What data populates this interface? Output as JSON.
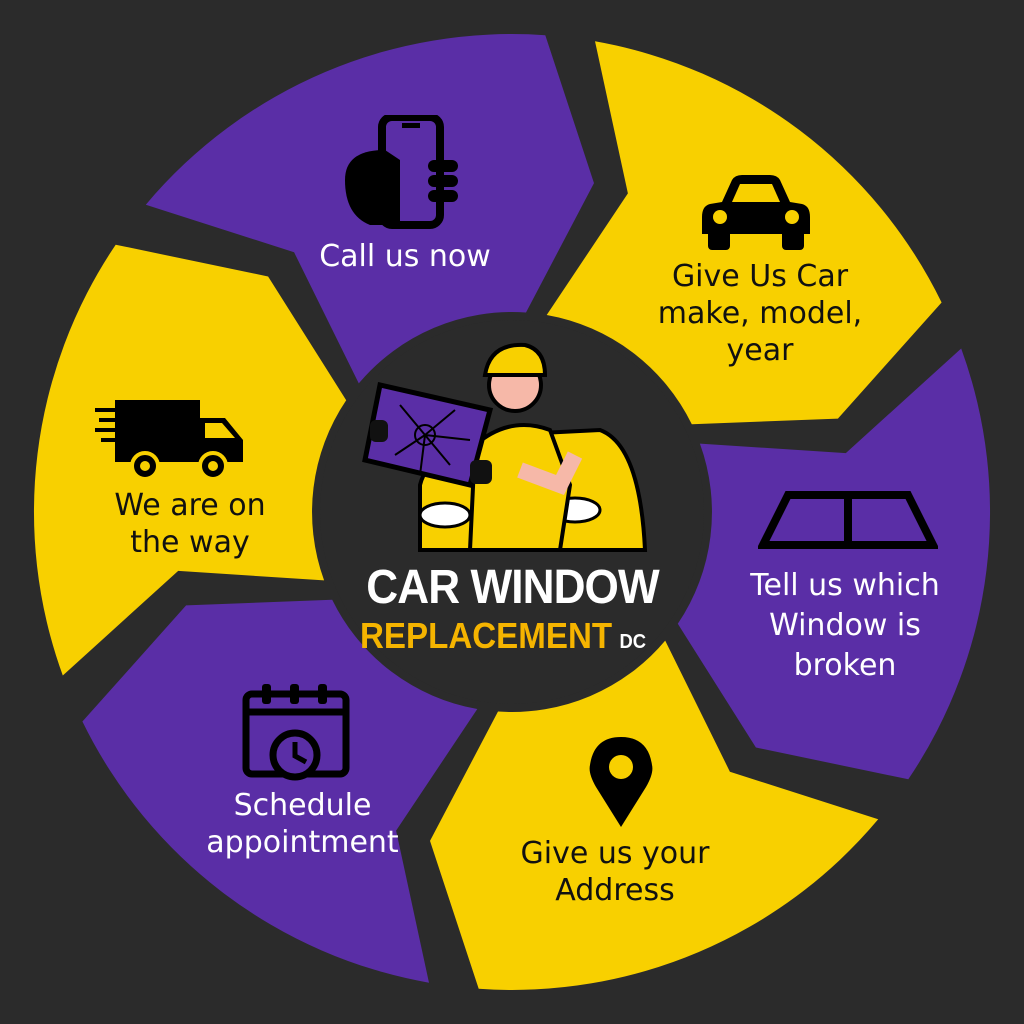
{
  "colors": {
    "background": "#2b2b2b",
    "purple": "#5a2ea6",
    "yellow": "#f8d000",
    "logo_accent": "#f5b400"
  },
  "steps": [
    {
      "label": "Call us now",
      "icon": "hand-phone-icon",
      "color": "purple"
    },
    {
      "label": "Give Us Car make, model, year",
      "icon": "car-icon",
      "color": "yellow"
    },
    {
      "label": "Tell us which Window is broken",
      "icon": "windshield-icon",
      "color": "purple"
    },
    {
      "label": "Give us your Address",
      "icon": "location-pin-icon",
      "color": "yellow"
    },
    {
      "label": "Schedule appointment",
      "icon": "calendar-clock-icon",
      "color": "purple"
    },
    {
      "label": "We are on the way",
      "icon": "delivery-truck-icon",
      "color": "yellow"
    }
  ],
  "logo": {
    "line1": "CAR WINDOW",
    "line2": "REPLACEMENT",
    "suffix": "DC"
  }
}
